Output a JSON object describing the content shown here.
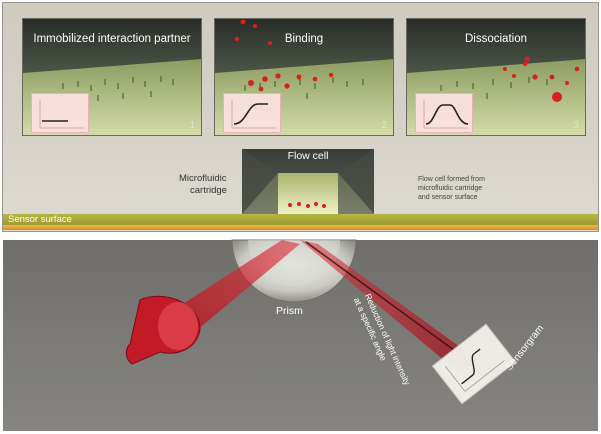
{
  "panels": [
    {
      "title": "Immobilized interaction partner",
      "number": "1"
    },
    {
      "title": "Binding",
      "number": "2"
    },
    {
      "title": "Dissociation",
      "number": "3"
    }
  ],
  "flow_cell": {
    "title": "Flow cell",
    "cartridge_label_line1": "Microfluidic",
    "cartridge_label_line2": "cartridge",
    "note_line1": "Flow cell formed from",
    "note_line2": "microfluidic cartridge",
    "note_line3": "and sensor surface"
  },
  "sensor_surface_label": "Sensor surface",
  "optics": {
    "prism_label": "Prism",
    "reflection_label_line1": "Reduction of light intensity",
    "reflection_label_line2": "at a specific angle",
    "sensorgram_label": "Sensorgram"
  },
  "colors": {
    "laser_red": "#d81e2a",
    "sensor_yellow": "#b7b63e",
    "sensor_orange": "#e5a22f",
    "molecule_red": "#d8201e"
  }
}
